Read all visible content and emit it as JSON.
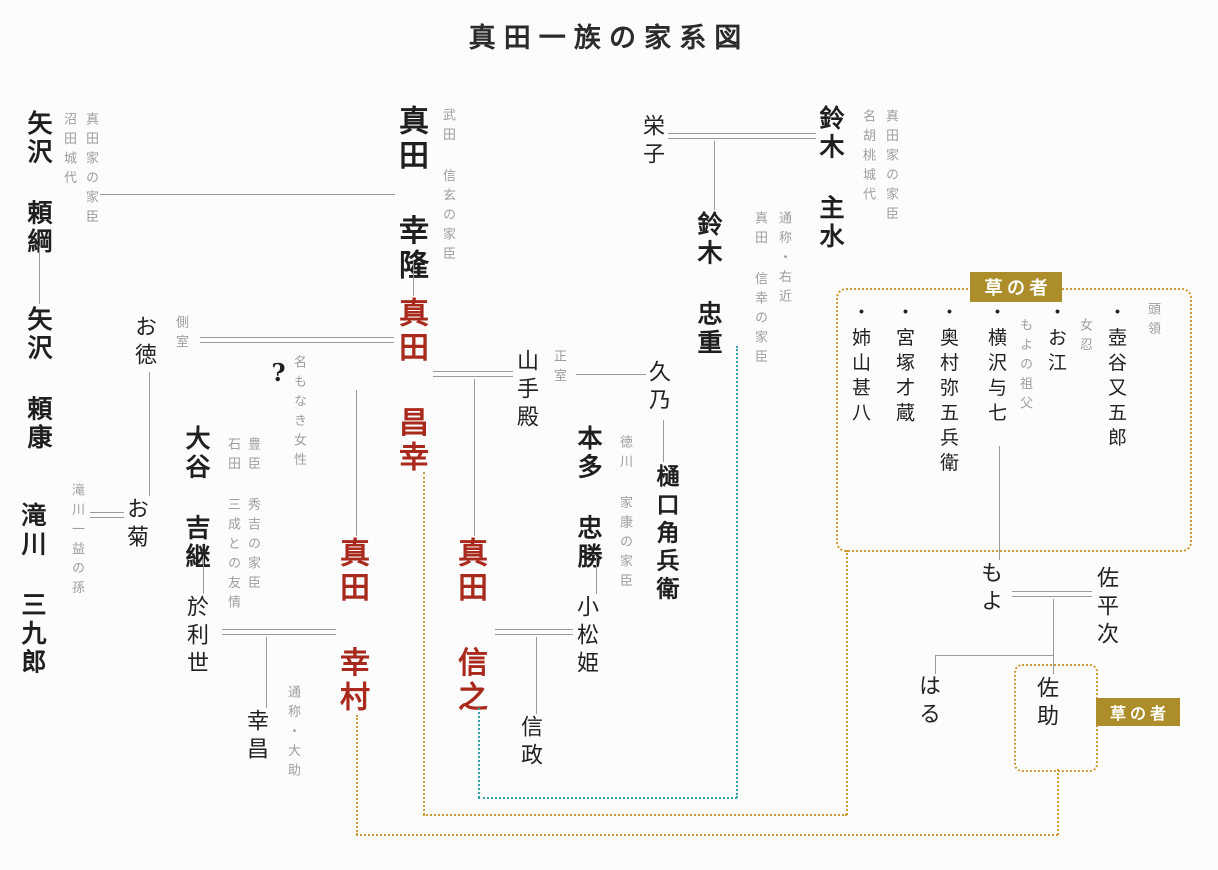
{
  "title": "真田一族の家系図",
  "labels": {
    "kusa_group": "草の者",
    "kusa_sasuke": "草の者"
  },
  "people": {
    "yazawa_yoritsuna": {
      "name": "矢沢 頼綱",
      "note1": "真田家の家臣",
      "note2": "沼田城代"
    },
    "yazawa_yoriyasu": {
      "name": "矢沢 頼康"
    },
    "takigawa_sankuro": {
      "name": "滝川 三九郎",
      "note1": "滝川一益の孫"
    },
    "sanada_yukitaka": {
      "name": "真田 幸隆",
      "note1": "武田 信玄の家臣"
    },
    "sanada_masayuki": {
      "name": "真田 昌幸"
    },
    "otoku": {
      "name": "お徳",
      "note1": "側室"
    },
    "nameless_woman": {
      "name": "?",
      "note1": "名もなき女性"
    },
    "yamanote_dono": {
      "name": "山手殿",
      "note1": "正室"
    },
    "hisano": {
      "name": "久乃"
    },
    "higuchi_kakubei": {
      "name": "樋口角兵衛"
    },
    "okiku": {
      "name": "お菊"
    },
    "otani_yoshitsugu": {
      "name": "大谷 吉継",
      "note1": "豊臣 秀吉の家臣",
      "note2": "石田 三成との友情"
    },
    "orise": {
      "name": "於利世"
    },
    "sanada_yukimura": {
      "name": "真田 幸村"
    },
    "sanada_nobuyuki": {
      "name": "真田 信之"
    },
    "yukimasa": {
      "name": "幸昌",
      "note1": "通称・大助"
    },
    "honda_tadakatsu": {
      "name": "本多 忠勝",
      "note1": "徳川 家康の家臣"
    },
    "komatsuhime": {
      "name": "小松姫"
    },
    "nobumasa": {
      "name": "信政"
    },
    "eiko": {
      "name": "栄子"
    },
    "suzuki_mondo": {
      "name": "鈴木 主水",
      "note1": "真田家の家臣",
      "note2": "名胡桃城代"
    },
    "suzuki_tadashige": {
      "name": "鈴木 忠重",
      "note1": "通称・右近",
      "note2": "真田 信幸の家臣"
    },
    "saheiji": {
      "name": "佐平次"
    },
    "moyo": {
      "name": "もよ"
    },
    "haru": {
      "name": "はる"
    },
    "sasuke": {
      "name": "佐助"
    }
  },
  "kusa_members": {
    "tsuboya": {
      "name": "・壺谷又五郎",
      "note": "頭領"
    },
    "okou": {
      "name": "・お江",
      "note": "女忍"
    },
    "yokosawa": {
      "name": "・横沢与七",
      "note": "もよの祖父"
    },
    "okumura": {
      "name": "・奥村弥五兵衛"
    },
    "miyazuka": {
      "name": "・宮塚才蔵"
    },
    "aneyama": {
      "name": "・姉山甚八"
    }
  },
  "colors": {
    "highlight_red": "#a9291c",
    "gold_label": "#ad8d29",
    "dotted_gold": "#cf9a33",
    "dotted_teal": "#35a0ac",
    "line_gray": "#9b9b9b",
    "note_gray": "#9e9e9e",
    "text_black": "#1f1f1f"
  }
}
